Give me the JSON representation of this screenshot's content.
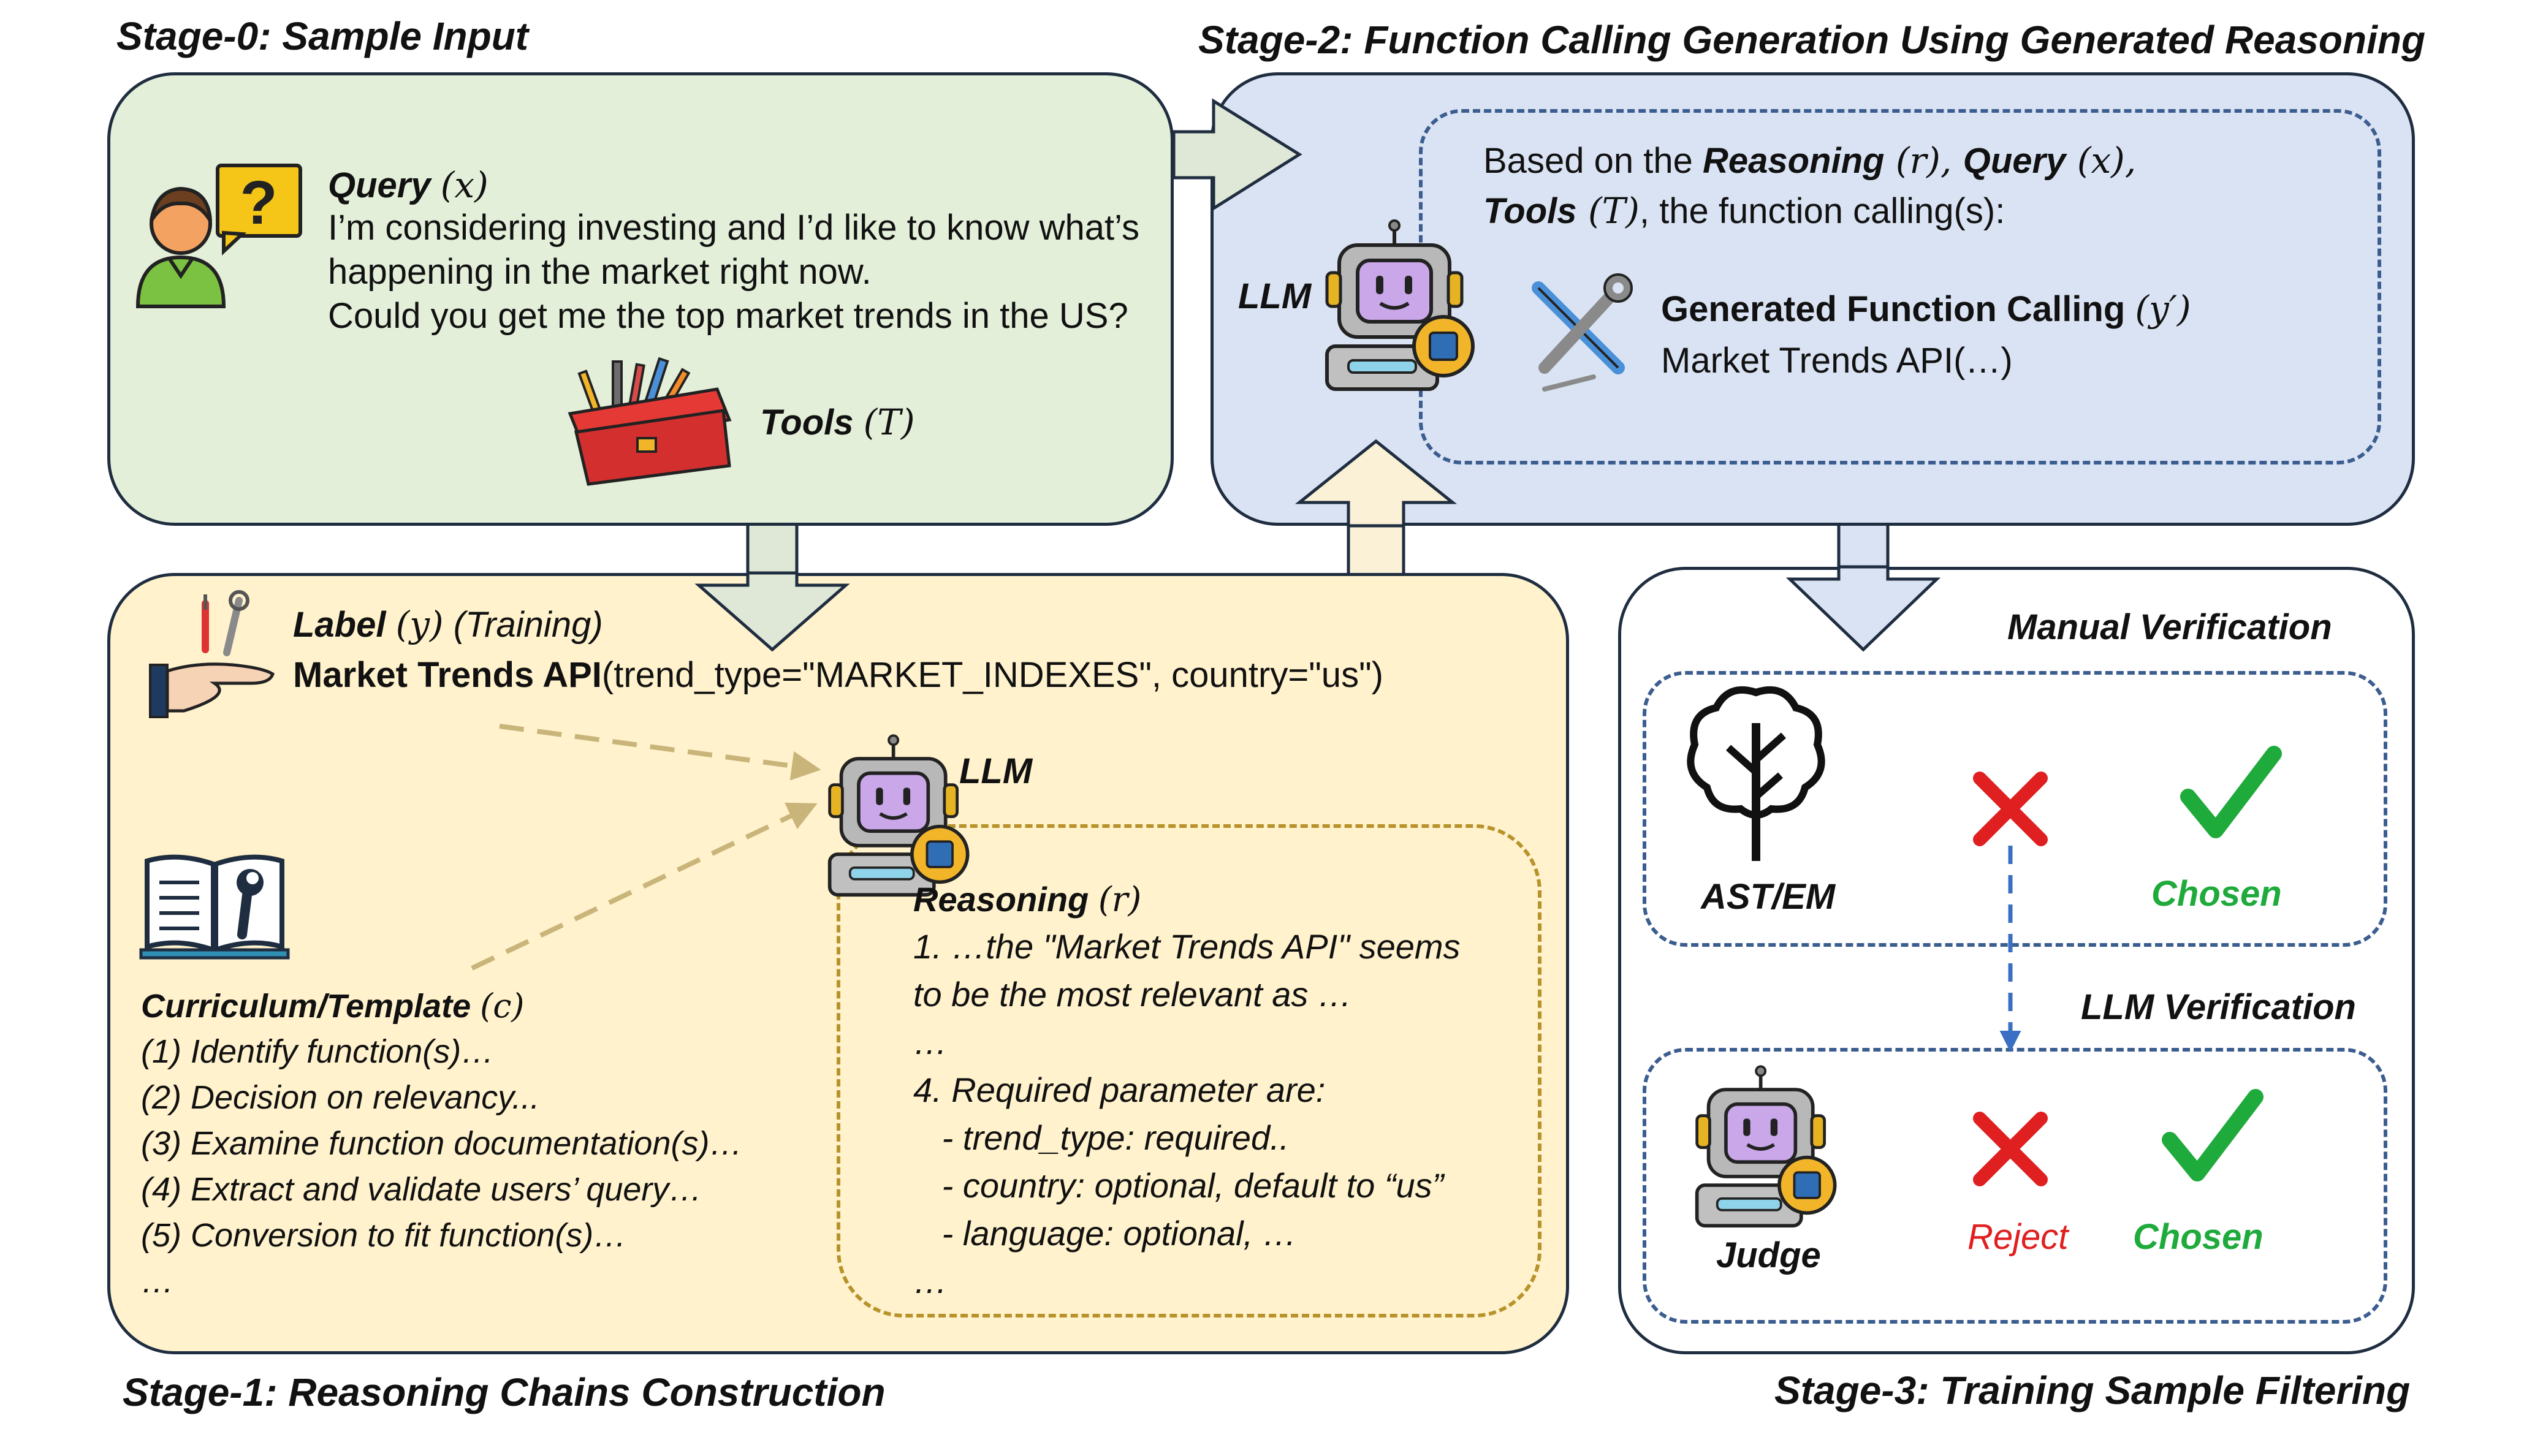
{
  "stage0": {
    "title": "Stage-0: Sample Input",
    "query_label": "Query",
    "query_sym": "(x)",
    "query_lines": [
      "I’m considering investing and I’d like to know what’s",
      "happening in the market right now.",
      "Could you get me the top market trends in the US?"
    ],
    "tools_label": "Tools",
    "tools_sym": "(T)"
  },
  "stage1": {
    "title": "Stage-1: Reasoning Chains Construction",
    "label_label": "Label",
    "label_sym": "(y)",
    "label_note": "(Training)",
    "label_func": "Market Trends API",
    "label_args": "(trend_type=\"MARKET_INDEXES\", country=\"us\")",
    "llm_label": "LLM",
    "curriculum_label": "Curriculum/Template",
    "curriculum_sym": "(c)",
    "curriculum_items": [
      "(1) Identify function(s)…",
      "(2) Decision on relevancy...",
      "(3) Examine function documentation(s)…",
      "(4) Extract and validate users’ query…",
      "(5) Conversion to fit function(s)…",
      "…"
    ],
    "reasoning_label": "Reasoning",
    "reasoning_sym": "(r)",
    "reasoning_lines": [
      "1. …the \"Market Trends API\" seems",
      "to be the most relevant as …",
      "…",
      "4. Required parameter are:",
      "   - trend_type: required..",
      "   - country: optional, default to “us”",
      "   - language: optional, …",
      "…"
    ]
  },
  "stage2": {
    "title": "Stage-2: Function Calling Generation Using Generated Reasoning",
    "llm_label": "LLM",
    "line1_a": "Based on the ",
    "line1_reasoning": "Reasoning",
    "line1_r": " (r), ",
    "line1_query": "Query",
    "line1_x": " (x),",
    "line2_tools": "Tools",
    "line2_t": " (T)",
    "line2_rest": ", the function calling(s):",
    "gen_label": "Generated Function Calling",
    "gen_sym": "(y′)",
    "gen_value": "Market Trends API(…)"
  },
  "stage3": {
    "title": "Stage-3: Training Sample Filtering",
    "manual_label": "Manual Verification",
    "ast_label": "AST/EM",
    "chosen1": "Chosen",
    "llm_verif_label": "LLM Verification",
    "judge_label": "Judge",
    "reject_label": "Reject",
    "chosen2": "Chosen"
  },
  "colors": {
    "green_fill": "#e3efd9",
    "blue_fill": "#dae3f3",
    "yellow_fill": "#fff2cc",
    "border": "#1f2d40",
    "dash_blue": "#3b5d8f",
    "dash_gold": "#b8922a",
    "arrow_fill": "#dfe8d6",
    "reject_red": "#e02020",
    "chosen_green": "#1faa3c"
  }
}
